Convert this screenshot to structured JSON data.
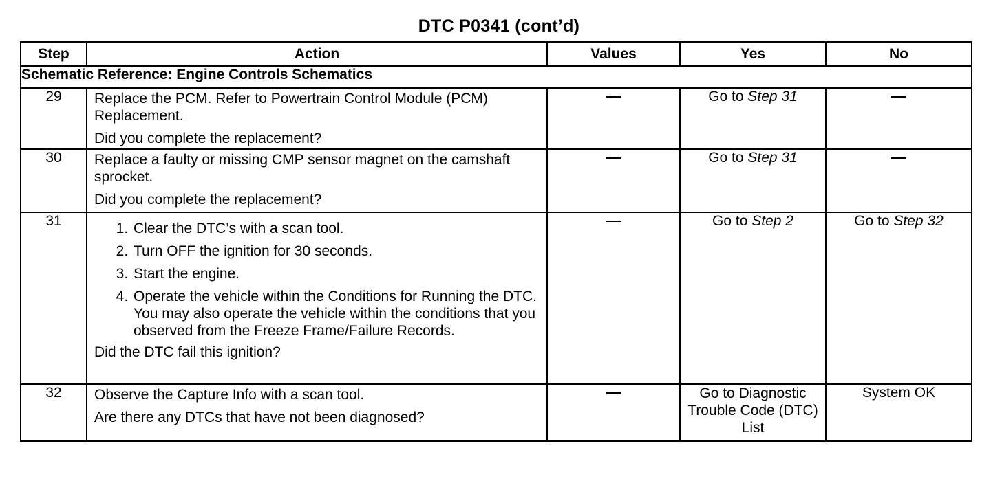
{
  "title": "DTC P0341  (cont’d)",
  "headers": {
    "step": "Step",
    "action": "Action",
    "values": "Values",
    "yes": "Yes",
    "no": "No"
  },
  "schematic_reference": "Schematic Reference: Engine Controls Schematics",
  "rows": [
    {
      "step": "29",
      "action_text": "Replace the PCM. Refer to Powertrain Control Module (PCM) Replacement.",
      "question": "Did you complete the replacement?",
      "values": "—",
      "yes_prefix": "Go to ",
      "yes_step": "Step 31",
      "no": "—"
    },
    {
      "step": "30",
      "action_text": "Replace a faulty or missing CMP sensor magnet on the camshaft sprocket.",
      "question": "Did you complete the replacement?",
      "values": "—",
      "yes_prefix": "Go to ",
      "yes_step": "Step 31",
      "no": "—"
    },
    {
      "step": "31",
      "steps": [
        "Clear the DTC’s with a scan tool.",
        "Turn OFF the ignition for 30 seconds.",
        "Start the engine.",
        "Operate the vehicle within the Conditions for Running the DTC. You may also operate the vehicle within the conditions that you observed from the Freeze Frame/Failure Records."
      ],
      "question": "Did the DTC fail this ignition?",
      "values": "—",
      "yes_prefix": "Go to ",
      "yes_step": "Step 2",
      "no_prefix": "Go to ",
      "no_step": "Step 32"
    },
    {
      "step": "32",
      "action_text": "Observe the Capture Info with a scan tool.",
      "question": "Are there any DTCs that have not been diagnosed?",
      "values": "—",
      "yes": "Go to Diagnostic Trouble Code (DTC) List",
      "no": "System OK"
    }
  ]
}
